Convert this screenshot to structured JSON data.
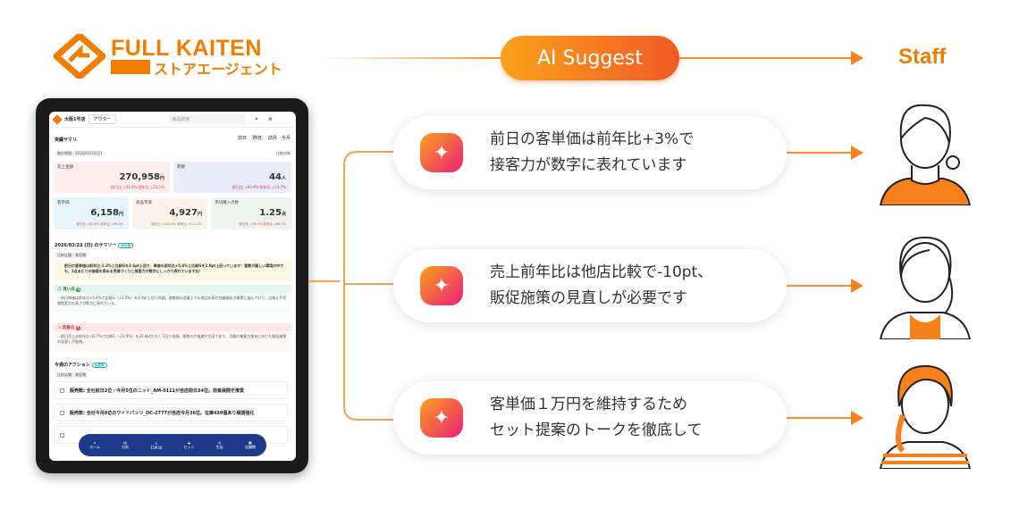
{
  "brand": {
    "name": "FULL KAITEN",
    "sub": "ストアエージェント"
  },
  "flow": {
    "ai_label": "AI Suggest",
    "staff_label": "Staff"
  },
  "suggestions": [
    {
      "line1": "前日の客単価は前年比+3%で",
      "line2": "接客力が数字に表れています"
    },
    {
      "line1": "売上前年比は他店比較で-10pt、",
      "line2": "販促施策の見直しが必要です"
    },
    {
      "line1": "客単価１万円を維持するため",
      "line2": "セット提案のトークを徹底して"
    }
  ],
  "app": {
    "store": "大阪1号店",
    "category": "アウター",
    "search_placeholder": "商品検索",
    "section_title": "実績サマリ",
    "periods": [
      "前日",
      "昨日",
      "前月",
      "今月"
    ],
    "period_date": "集計期間：2026/03/22(日)",
    "compare_toggle": "比較対象",
    "metrics": [
      {
        "label": "売上金額",
        "value": "270,958",
        "unit": "円",
        "c1": "前日比 ↘51.3%",
        "c2": "前年比 ↘53.1%"
      },
      {
        "label": "客数",
        "value": "44",
        "unit": "人",
        "c1": "前日比 ↘63.0%",
        "c2": "前年比 ↘53.7%"
      },
      {
        "label": "客単価",
        "value": "6,158",
        "unit": "円",
        "c1": "前日比 ↘81.6%",
        "c2": "前年比 ↘99.0%"
      },
      {
        "label": "商品単価",
        "value": "4,927",
        "unit": "円",
        "c1": "前日比 ↗102.6%",
        "c2": "前年比 ↗111.2%"
      },
      {
        "label": "平均購入点数",
        "value": "1.25",
        "unit": "点",
        "c1": "前日比 ↘79.5%",
        "c2": "前年比 ↘89.1%"
      }
    ],
    "summary_title": "2026/03/22 (日) のサマリー",
    "ai_badge": "AI分析",
    "compare_tag": "比較店舗：美容舗",
    "summary_text": "前日の客単価は前年比-1.3%と比較Gを3.6pt上回り、単価も前年比+5.4%と比較Gを2.9pt上回っています！客数が厳しい環境の中でも、1点あたりの価値を高める売場づくりと接客力が数字にしっかり表れていますね！",
    "good_label": "良い点",
    "good_count": "1",
    "good_text": "・前日単価は前年比+5.4%で比較G（+2.5%）を2.9pt上回り好調。客数減の逆風下でも商品の高付加価値化が着実に進んでおり、品揃えや売場提案力の高さが数字に表れている。",
    "bad_label": "改善点",
    "bad_count": "1",
    "bad_text": "・前日売上は前年比-43.7%で比較G（-22.9%）を20.8pt大きく下回り低調。客数の大幅減が主因であり、月間の集客力強化に向けた販促施策の見直しが急務。",
    "actions_title": "今週のアクション",
    "actions_badge": "AI提案",
    "actions_tag": "比較店舗：美容舗",
    "actions": [
      "販売数: 全社前日2位・今月5位のニット_AM-0111が自店前日34位。前乗展開を推奨",
      "販売数: 全社今月8位のワイドパンツ_OC-2777が自店今月36位。在庫429個あり展開強化",
      ""
    ],
    "nav": [
      "ホーム",
      "分析",
      "TOP30",
      "セット",
      "生店",
      "店舗棚"
    ]
  }
}
